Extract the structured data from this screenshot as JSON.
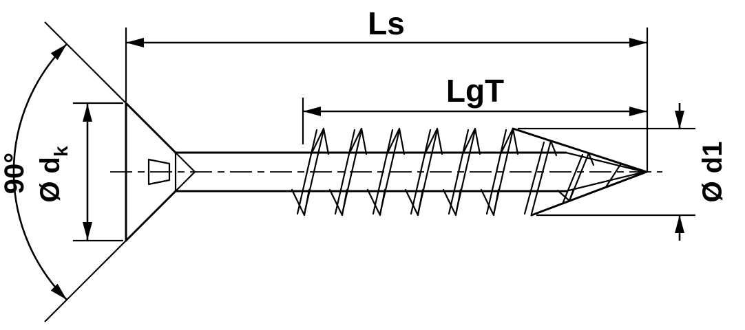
{
  "labels": {
    "total_length": "Ls",
    "thread_length": "LgT",
    "head_angle": "90°",
    "head_diameter_main": "Ø d",
    "head_diameter_sub": "k",
    "outer_diameter": "Ø d1"
  },
  "colors": {
    "line": "#000000",
    "background": "#ffffff"
  }
}
